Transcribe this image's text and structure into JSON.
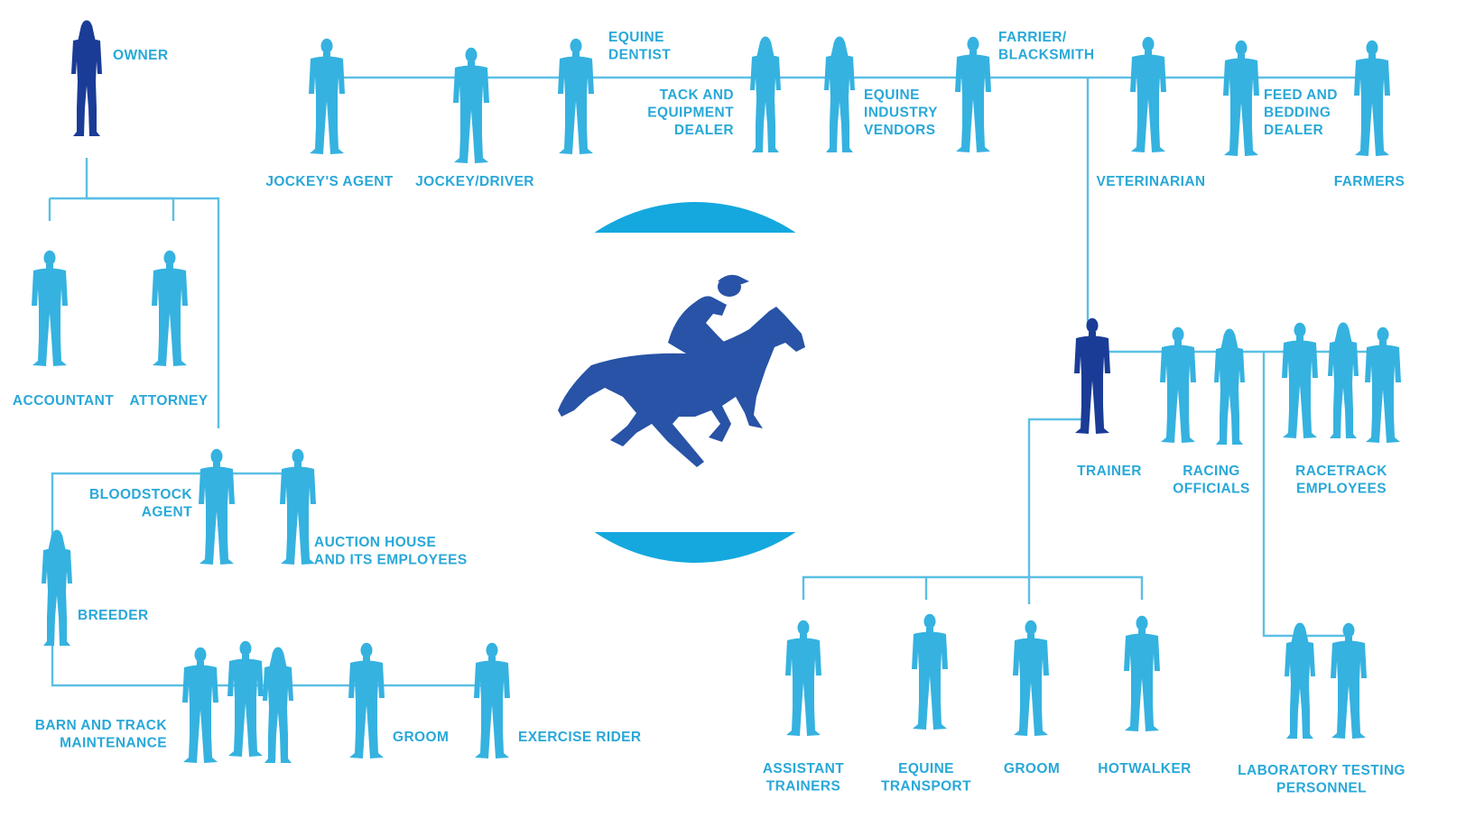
{
  "colors": {
    "figure_light": "#35b2e0",
    "figure_dark": "#1a3c97",
    "horse": "#2853a6",
    "circle": "#14a8de",
    "line": "#5bbfe5",
    "label": "#29a8d8"
  },
  "center": {
    "icon": "horse-and-jockey-icon"
  },
  "nodes": {
    "owner": {
      "lines": [
        "OWNER"
      ]
    },
    "jockeys_agent": {
      "lines": [
        "JOCKEY'S AGENT"
      ]
    },
    "jockey_driver": {
      "lines": [
        "JOCKEY/DRIVER"
      ]
    },
    "equine_dentist": {
      "lines": [
        "EQUINE",
        "DENTIST"
      ]
    },
    "tack_equipment_dealer": {
      "lines": [
        "TACK  AND",
        "EQUIPMENT",
        "DEALER"
      ]
    },
    "equine_industry_vendors": {
      "lines": [
        "EQUINE",
        "INDUSTRY",
        "VENDORS"
      ]
    },
    "farrier_blacksmith": {
      "lines": [
        "FARRIER/",
        "BLACKSMITH"
      ]
    },
    "veterinarian": {
      "lines": [
        "VETERINARIAN"
      ]
    },
    "feed_bedding_dealer": {
      "lines": [
        "FEED AND",
        "BEDDING",
        "DEALER"
      ]
    },
    "farmers": {
      "lines": [
        "FARMERS"
      ]
    },
    "accountant": {
      "lines": [
        "ACCOUNTANT"
      ]
    },
    "attorney": {
      "lines": [
        "ATTORNEY"
      ]
    },
    "bloodstock_agent": {
      "lines": [
        "BLOODSTOCK",
        "AGENT"
      ]
    },
    "auction_house": {
      "lines": [
        "AUCTION HOUSE",
        "AND ITS EMPLOYEES"
      ]
    },
    "breeder": {
      "lines": [
        "BREEDER"
      ]
    },
    "barn_track_maintenance": {
      "lines": [
        "BARN AND TRACK",
        "MAINTENANCE"
      ]
    },
    "groom_left": {
      "lines": [
        "GROOM"
      ]
    },
    "exercise_rider": {
      "lines": [
        "EXERCISE RIDER"
      ]
    },
    "trainer": {
      "lines": [
        "TRAINER"
      ]
    },
    "racing_officials": {
      "lines": [
        "RACING",
        "OFFICIALS"
      ]
    },
    "racetrack_employees": {
      "lines": [
        "RACETRACK",
        "EMPLOYEES"
      ]
    },
    "assistant_trainers": {
      "lines": [
        "ASSISTANT",
        "TRAINERS"
      ]
    },
    "equine_transport": {
      "lines": [
        "EQUINE",
        "TRANSPORT"
      ]
    },
    "groom_right": {
      "lines": [
        "GROOM"
      ]
    },
    "hotwalker": {
      "lines": [
        "HOTWALKER"
      ]
    },
    "lab_testing_personnel": {
      "lines": [
        "LABORATORY TESTING",
        "PERSONNEL"
      ]
    }
  }
}
